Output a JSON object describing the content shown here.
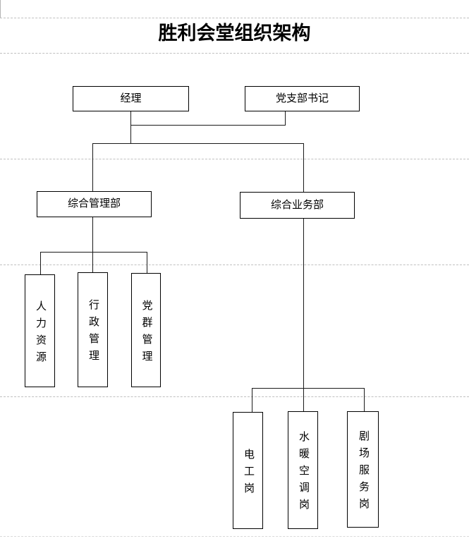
{
  "title": "胜利会堂组织架构",
  "org_chart": {
    "level1": [
      {
        "label": "经理"
      },
      {
        "label": "党支部书记"
      }
    ],
    "level2": [
      {
        "label": "综合管理部",
        "children": [
          {
            "label": "人力资源"
          },
          {
            "label": "行政管理"
          },
          {
            "label": "党群管理"
          }
        ]
      },
      {
        "label": "综合业务部",
        "children": [
          {
            "label": "电工岗"
          },
          {
            "label": "水暖空调岗"
          },
          {
            "label": "剧场服务岗"
          }
        ]
      }
    ]
  }
}
